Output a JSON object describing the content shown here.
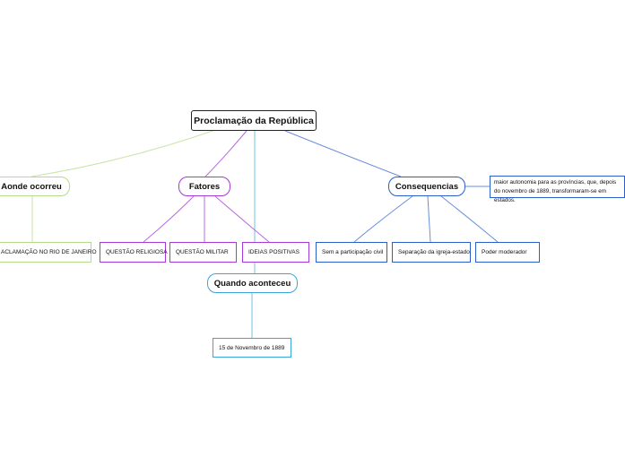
{
  "root": {
    "label": "Proclamação da República"
  },
  "branches": {
    "where": {
      "label": "Aonde ocorreu",
      "color": "#b5db8a"
    },
    "factors": {
      "label": "Fatores",
      "color": "#a53ad6"
    },
    "when": {
      "label": "Quando aconteceu",
      "color": "#3aa5d6"
    },
    "consequences": {
      "label": "Consequencias",
      "color": "#2a5ec9"
    }
  },
  "leaves": {
    "where_1": "ACLAMAÇÃO NO RIO DE JANEIRO",
    "factors_1": "QUESTÃO RELIGIOSA",
    "factors_2": "QUESTÃO MILITAR",
    "factors_3": "IDEIAS POSITIVAS",
    "when_1": "15 de Novembro de 1889",
    "cons_1": "Sem a participação civil",
    "cons_2": "Separação da igreja-estado",
    "cons_3": "Poder moderador",
    "cons_note": "maior autonomia para as províncias, que, depois do novembro de 1889, transformaram-se em estados."
  }
}
